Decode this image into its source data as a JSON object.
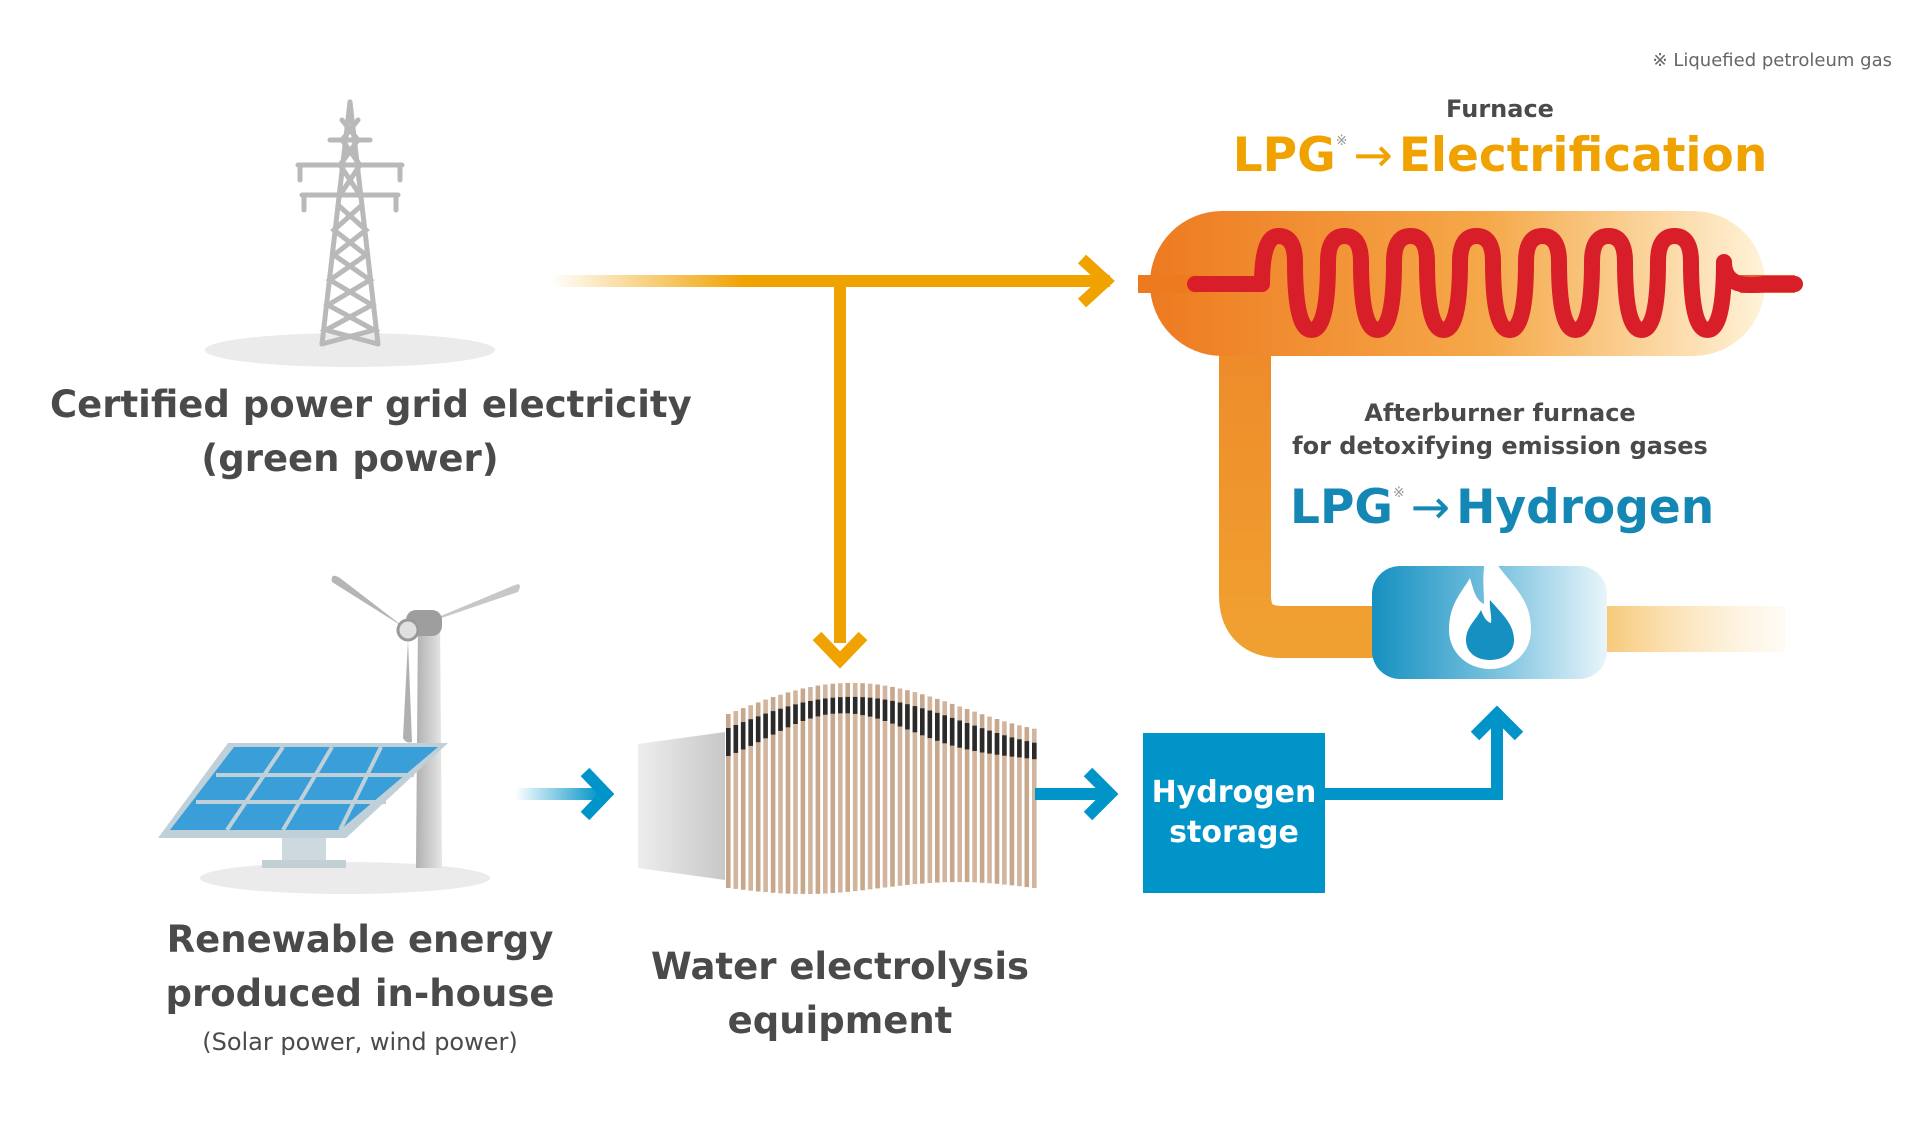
{
  "note": "※ Liquefied petroleum gas",
  "furnace": {
    "label": "Furnace",
    "lpg": "LPG",
    "mark": "※",
    "arrow": "→",
    "target": "Electrification"
  },
  "afterburner": {
    "line1": "Afterburner furnace",
    "line2": "for detoxifying emission gases",
    "lpg": "LPG",
    "mark": "※",
    "arrow": "→",
    "target": "Hydrogen"
  },
  "grid": {
    "line1": "Certified power grid electricity",
    "line2": "(green power)"
  },
  "renewable": {
    "line1": "Renewable energy",
    "line2": "produced in-house",
    "line3": "(Solar power, wind power)"
  },
  "electrolysis": {
    "line1": "Water electrolysis",
    "line2": "equipment"
  },
  "storage": {
    "line1": "Hydrogen",
    "line2": "storage"
  },
  "colors": {
    "orange": "#F0A200",
    "furnace_orange": "#EE7A20",
    "coil_red": "#D81E28",
    "blue": "#0094C8",
    "text_gray": "#4a4a4a"
  }
}
